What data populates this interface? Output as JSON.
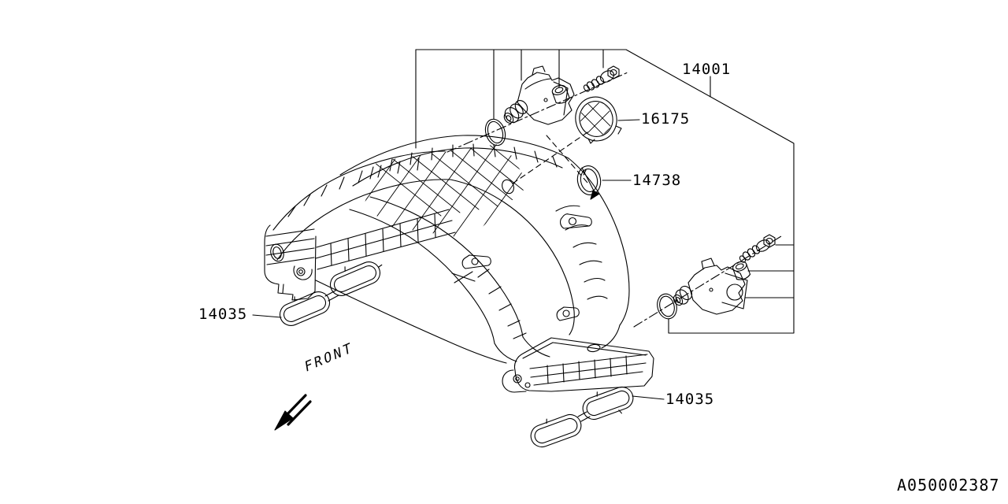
{
  "colors": {
    "background": "#ffffff",
    "line": "#000000"
  },
  "parts": [
    {
      "number": "14001"
    },
    {
      "number": "16175"
    },
    {
      "number": "14738"
    },
    {
      "number": "14035"
    },
    {
      "number": "14035"
    }
  ],
  "orientation": {
    "front_label": "FRONT"
  },
  "footer": {
    "drawing_number": "A050002387"
  }
}
